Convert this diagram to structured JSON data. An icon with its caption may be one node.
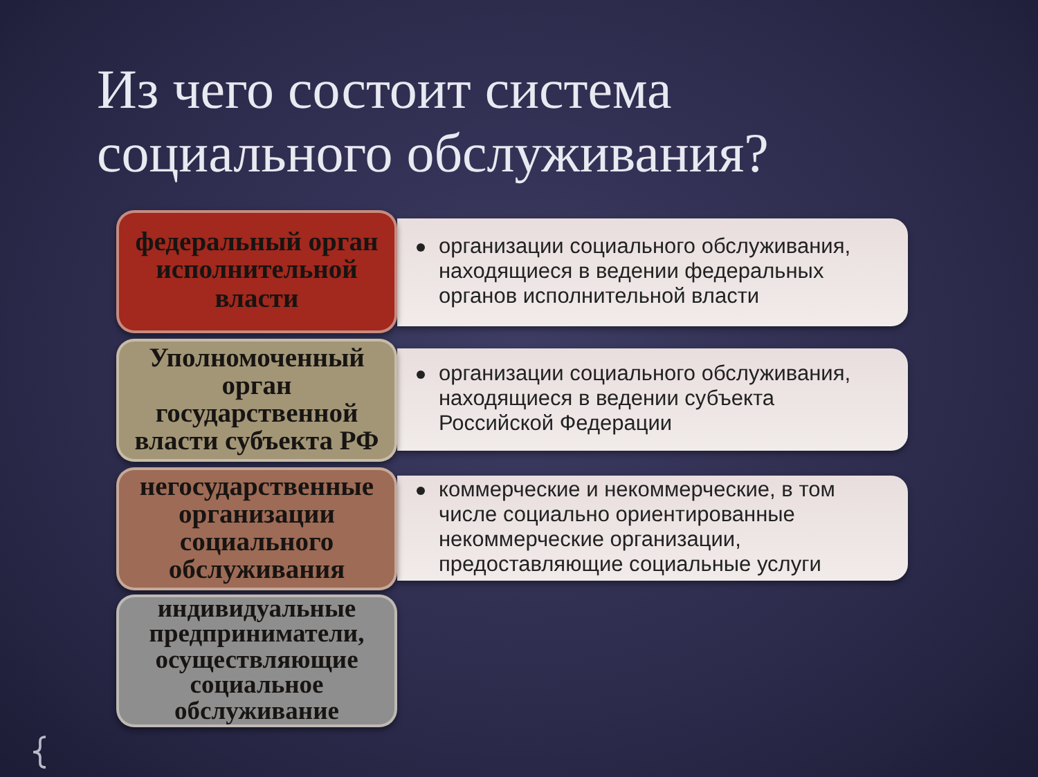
{
  "diagram": {
    "title": "Из чего состоит система социального обслуживания?",
    "nodes": [
      {
        "text": [
          "федеральный орган исполнительной власти"
        ]
      },
      {
        "text": [
          "организации социального обслуживания, находящиеся в ведении федеральных органов исполнительной власти"
        ]
      },
      {
        "text": [
          "Уполномоченный орган государственной власти субъекта РФ"
        ]
      },
      {
        "text": [
          "организации социального обслуживания, находящиеся в ведении субъекта Российской Федерации"
        ]
      },
      {
        "text": [
          "негосударственные организации социального обслуживания"
        ]
      },
      {
        "text": [
          "коммерческие и некоммерческие, в том числе социально ориентированные некоммерческие организации, предоставляющие социальные услуги"
        ]
      },
      {
        "text": [
          "индивидуальные предприниматели, осуществляющие социальное обслуживание"
        ]
      }
    ]
  }
}
